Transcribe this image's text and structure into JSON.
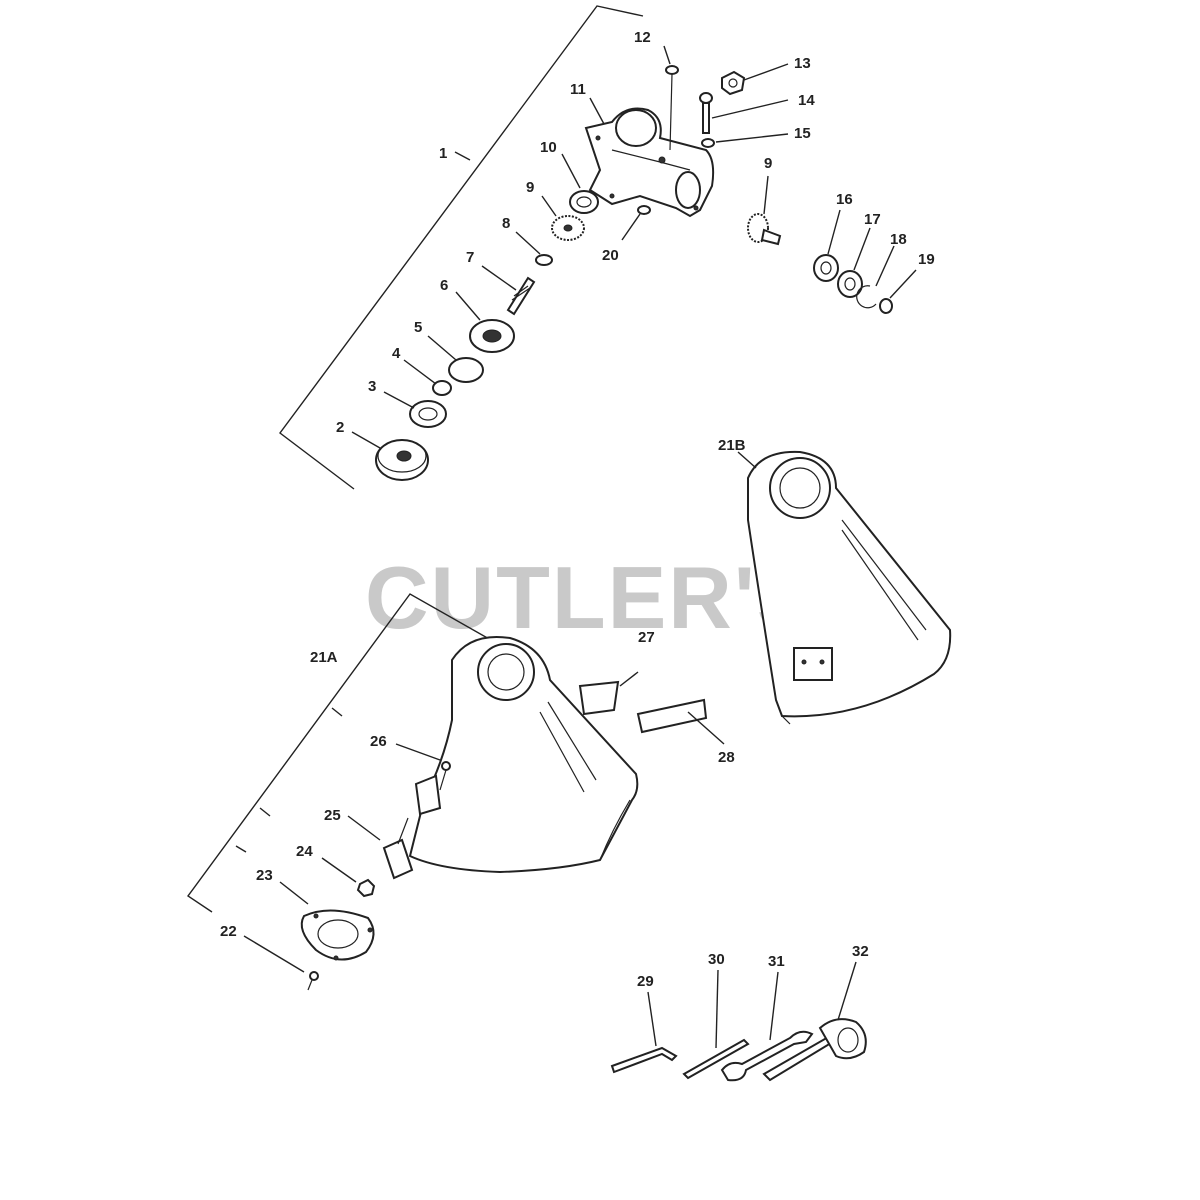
{
  "watermark": "CUTLER'S",
  "callouts": [
    {
      "key": "c1",
      "text": "1"
    },
    {
      "key": "c2",
      "text": "2"
    },
    {
      "key": "c3",
      "text": "3"
    },
    {
      "key": "c4",
      "text": "4"
    },
    {
      "key": "c5",
      "text": "5"
    },
    {
      "key": "c6",
      "text": "6"
    },
    {
      "key": "c7",
      "text": "7"
    },
    {
      "key": "c8",
      "text": "8"
    },
    {
      "key": "c9a",
      "text": "9"
    },
    {
      "key": "c9b",
      "text": "9"
    },
    {
      "key": "c10",
      "text": "10"
    },
    {
      "key": "c11",
      "text": "11"
    },
    {
      "key": "c12",
      "text": "12"
    },
    {
      "key": "c13",
      "text": "13"
    },
    {
      "key": "c14",
      "text": "14"
    },
    {
      "key": "c15",
      "text": "15"
    },
    {
      "key": "c16",
      "text": "16"
    },
    {
      "key": "c17",
      "text": "17"
    },
    {
      "key": "c18",
      "text": "18"
    },
    {
      "key": "c19",
      "text": "19"
    },
    {
      "key": "c20",
      "text": "20"
    },
    {
      "key": "c21A",
      "text": "21A"
    },
    {
      "key": "c21B",
      "text": "21B"
    },
    {
      "key": "c22",
      "text": "22"
    },
    {
      "key": "c23",
      "text": "23"
    },
    {
      "key": "c24",
      "text": "24"
    },
    {
      "key": "c25",
      "text": "25"
    },
    {
      "key": "c26",
      "text": "26"
    },
    {
      "key": "c27",
      "text": "27"
    },
    {
      "key": "c28",
      "text": "28"
    },
    {
      "key": "c29",
      "text": "29"
    },
    {
      "key": "c30",
      "text": "30"
    },
    {
      "key": "c31",
      "text": "31"
    },
    {
      "key": "c32",
      "text": "32"
    }
  ]
}
